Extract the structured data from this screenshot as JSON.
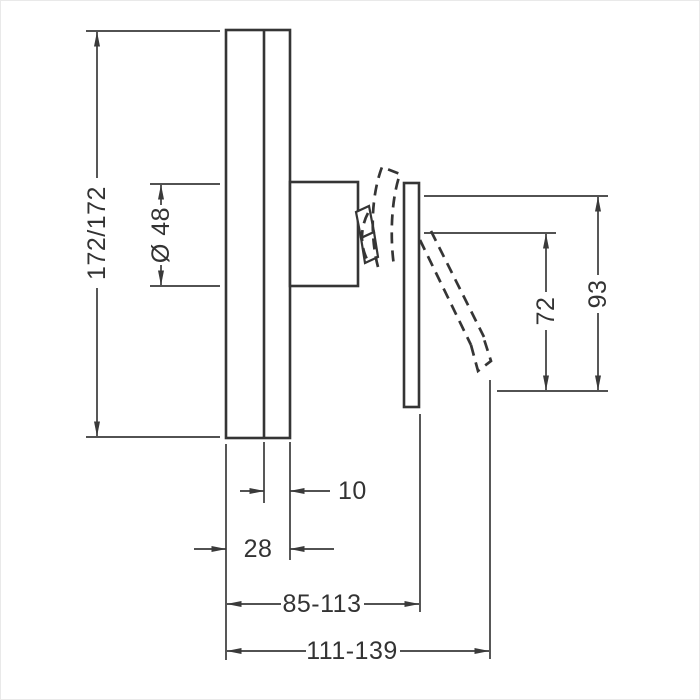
{
  "drawing": {
    "type": "technical-dimension-drawing",
    "background_color": "#ffffff",
    "line_color": "#353535",
    "text_color": "#333333",
    "labels": {
      "overall_height": "172/172",
      "sleeve_diameter": "Ø 48",
      "lever_height": "72",
      "handle_clearance": "93",
      "trim_offset": "10",
      "plate_depth": "28",
      "install_depth_inner": "85-113",
      "install_depth_outer": "111-139"
    }
  }
}
